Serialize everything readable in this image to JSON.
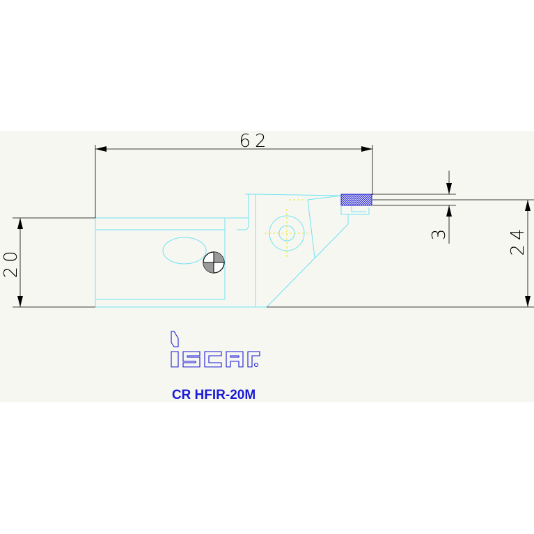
{
  "colors": {
    "background_panel": "#f7f7f2",
    "outline": "#6fe3f0",
    "dimension": "#000000",
    "insert": "#2a2ad0",
    "label": "#1a1ad6",
    "centerline": "#e0e000"
  },
  "dimensions": {
    "length": "62",
    "height_left": "20",
    "height_right": "24",
    "width": "3"
  },
  "logo": {
    "text": "iscar",
    "style": "outlined-logo"
  },
  "label": {
    "part_number": "CR HFIR-20M"
  }
}
